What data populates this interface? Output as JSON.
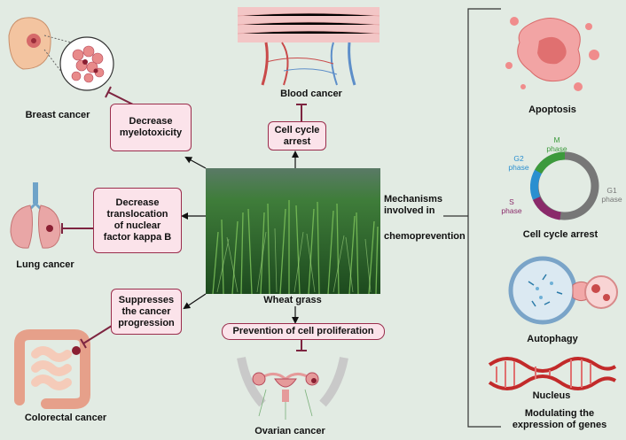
{
  "center": {
    "caption": "Wheat grass"
  },
  "effects": {
    "decrease_myelotoxicity": "Decrease\nmyelotoxicity",
    "cell_cycle_arrest": "Cell cycle\narrest",
    "decrease_nfkb": "Decrease\ntranslocation\nof nuclear\nfactor kappa B",
    "suppresses_progression": "Suppresses\nthe cancer\nprogression",
    "prevention_proliferation": "Prevention of cell proliferation"
  },
  "cancers": {
    "breast": "Breast cancer",
    "blood": "Blood cancer",
    "lung": "Lung cancer",
    "colorectal": "Colorectal cancer",
    "ovarian": "Ovarian cancer"
  },
  "mechanisms": {
    "title": "Mechanisms\ninvolved in",
    "subtitle": "chemoprevention",
    "items": {
      "apoptosis": "Apoptosis",
      "cell_cycle_arrest": "Cell cycle arrest",
      "autophagy": "Autophagy",
      "nucleus": "Nucleus",
      "modulating": "Modulating the\nexpression of genes"
    },
    "phases": {
      "m": "M\nphase",
      "g2": "G2\nphase",
      "s": "S\nphase",
      "g1": "G1\nphase"
    }
  },
  "colors": {
    "background": "#e2ebe3",
    "box_fill": "#fbe3ea",
    "box_border": "#9a2d4c",
    "inhibit": "#7d2440",
    "phase_m": "#3c9a3c",
    "phase_g2": "#2a8fd0",
    "phase_s": "#8a2a6a",
    "phase_g1": "#777777"
  }
}
